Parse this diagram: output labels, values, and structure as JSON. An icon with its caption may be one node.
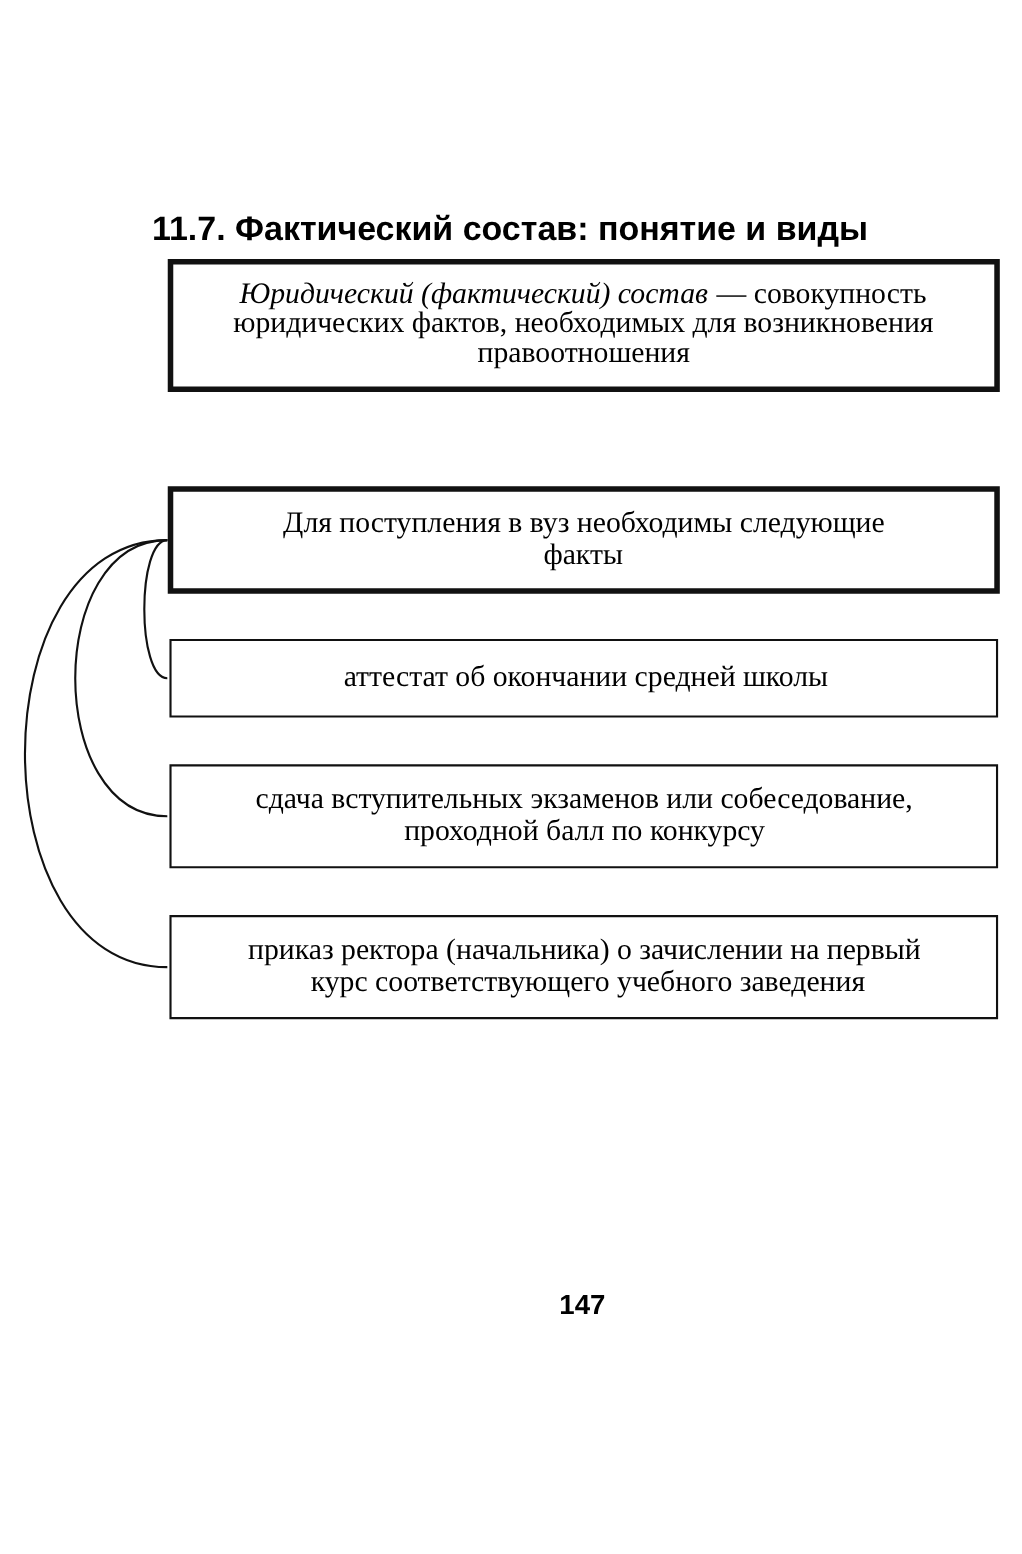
{
  "diagram": {
    "title": "11.7. Фактический состав: понятие и виды",
    "nodes": [
      {
        "text": [
          "*Юридический (фактический) состав* — совокупность юридических фактов, необходимых для возникновения правоотношения"
        ]
      },
      {
        "text": [
          "Для поступления в вуз необходимы следующие факты"
        ]
      },
      {
        "text": [
          "аттестат об окончании средней школы"
        ]
      },
      {
        "text": [
          "сдача вступительных экзаменов или собеседование, проходной балл по конкурсу"
        ]
      },
      {
        "text": [
          "приказ ректора (начальника) о зачислении на первый курс соответствующего учебного заведения"
        ]
      }
    ],
    "edges": [
      {
        "from": 1,
        "to": 2,
        "arrow": "none"
      },
      {
        "from": 1,
        "to": 3,
        "arrow": "none"
      },
      {
        "from": 1,
        "to": 4,
        "arrow": "none"
      }
    ],
    "labels": [
      "147"
    ]
  }
}
